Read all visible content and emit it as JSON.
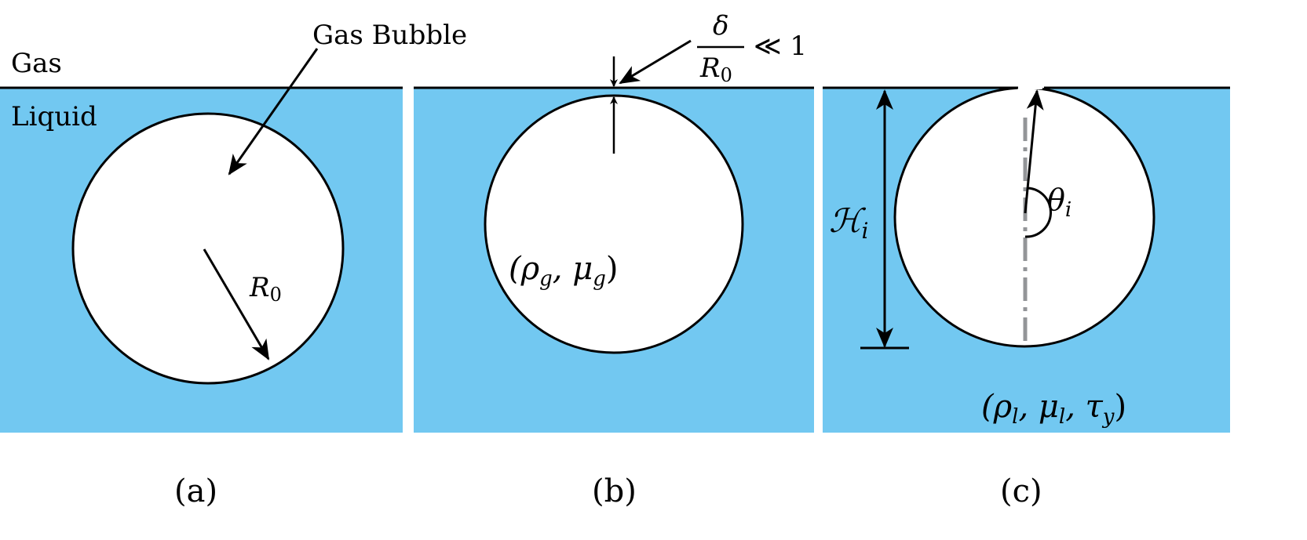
{
  "colors": {
    "liquid": "#72C8F1",
    "axis_line": "#939598",
    "ink": "#000000"
  },
  "panel_a": {
    "gas_label": "Gas",
    "liquid_label": "Liquid",
    "bubble_label": "Gas Bubble",
    "radius_label": "R",
    "radius_sub": "0",
    "caption": "(a)"
  },
  "panel_b": {
    "ratio_num": "δ",
    "ratio_den": "R",
    "ratio_den_sub": "0",
    "ratio_rel": "≪ 1",
    "gas_props": "(ρ",
    "gas_props_sub1": "g",
    "gas_props_mid": ", μ",
    "gas_props_sub2": "g",
    "gas_props_end": ")",
    "caption": "(b)"
  },
  "panel_c": {
    "height_label": "ℋ",
    "height_sub": "i",
    "angle_label": "θ",
    "angle_sub": "i",
    "liquid_props": "(ρ",
    "sub1": "l",
    "mid1": ", μ",
    "sub2": "l",
    "mid2": ", τ",
    "sub3": "y",
    "end": ")",
    "caption": "(c)"
  }
}
